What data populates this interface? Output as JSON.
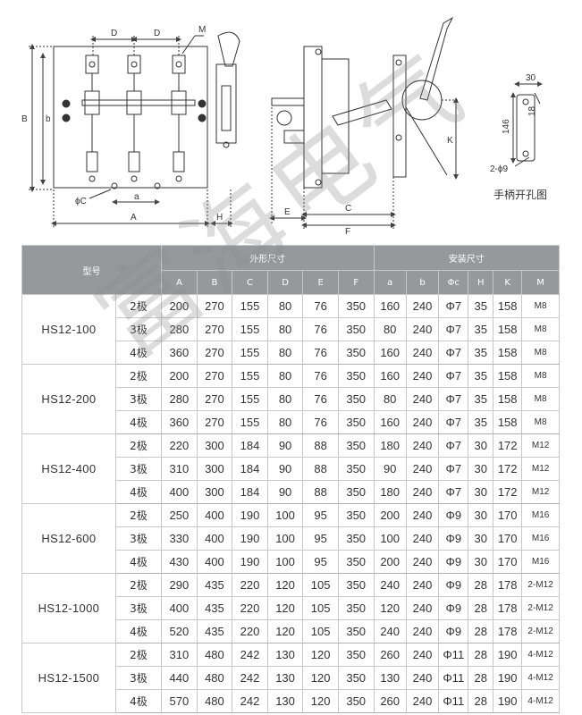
{
  "drawing": {
    "dim_labels": {
      "D1": "D",
      "D2": "D",
      "M": "M",
      "B": "B",
      "b": "b",
      "phiC": "ϕC",
      "a": "a",
      "A": "A",
      "H": "H",
      "E": "E",
      "C": "C",
      "F": "F",
      "K": "K"
    },
    "handle_hole": {
      "caption": "手柄开孔图",
      "width_dim": "30",
      "height_dim": "146",
      "offset_dim": "18",
      "holes_label": "2-ϕ9"
    }
  },
  "table": {
    "head_model": "型号",
    "head_outline": "外形尺寸",
    "head_mounting": "安装尺寸",
    "columns": [
      "A",
      "B",
      "C",
      "D",
      "E",
      "F",
      "a",
      "b",
      "Φc",
      "H",
      "K",
      "M"
    ],
    "groups": [
      {
        "model": "HS12-100",
        "rows": [
          {
            "pole": "2极",
            "values": [
              "200",
              "270",
              "155",
              "80",
              "76",
              "350",
              "160",
              "240",
              "Φ7",
              "35",
              "158",
              "M8"
            ]
          },
          {
            "pole": "3极",
            "values": [
              "280",
              "270",
              "155",
              "80",
              "76",
              "350",
              "80",
              "240",
              "Φ7",
              "35",
              "158",
              "M8"
            ]
          },
          {
            "pole": "4极",
            "values": [
              "360",
              "270",
              "155",
              "80",
              "76",
              "350",
              "160",
              "240",
              "Φ7",
              "35",
              "158",
              "M8"
            ]
          }
        ]
      },
      {
        "model": "HS12-200",
        "rows": [
          {
            "pole": "2极",
            "values": [
              "200",
              "270",
              "155",
              "80",
              "76",
              "350",
              "160",
              "240",
              "Φ7",
              "35",
              "158",
              "M8"
            ]
          },
          {
            "pole": "3极",
            "values": [
              "280",
              "270",
              "155",
              "80",
              "76",
              "350",
              "80",
              "240",
              "Φ7",
              "35",
              "158",
              "M8"
            ]
          },
          {
            "pole": "4极",
            "values": [
              "360",
              "270",
              "155",
              "80",
              "76",
              "350",
              "160",
              "240",
              "Φ7",
              "35",
              "158",
              "M8"
            ]
          }
        ]
      },
      {
        "model": "HS12-400",
        "rows": [
          {
            "pole": "2极",
            "values": [
              "220",
              "300",
              "184",
              "90",
              "88",
              "350",
              "180",
              "240",
              "Φ7",
              "30",
              "172",
              "M12"
            ]
          },
          {
            "pole": "3极",
            "values": [
              "310",
              "300",
              "184",
              "90",
              "88",
              "350",
              "90",
              "240",
              "Φ7",
              "30",
              "172",
              "M12"
            ]
          },
          {
            "pole": "4极",
            "values": [
              "400",
              "300",
              "184",
              "90",
              "88",
              "350",
              "180",
              "240",
              "Φ7",
              "30",
              "172",
              "M12"
            ]
          }
        ]
      },
      {
        "model": "HS12-600",
        "rows": [
          {
            "pole": "2极",
            "values": [
              "250",
              "400",
              "190",
              "100",
              "95",
              "350",
              "200",
              "240",
              "Φ9",
              "30",
              "170",
              "M16"
            ]
          },
          {
            "pole": "3极",
            "values": [
              "330",
              "400",
              "190",
              "100",
              "95",
              "350",
              "100",
              "240",
              "Φ9",
              "30",
              "170",
              "M16"
            ]
          },
          {
            "pole": "4极",
            "values": [
              "430",
              "400",
              "190",
              "100",
              "95",
              "350",
              "200",
              "240",
              "Φ9",
              "30",
              "170",
              "M16"
            ]
          }
        ]
      },
      {
        "model": "HS12-1000",
        "rows": [
          {
            "pole": "2极",
            "values": [
              "290",
              "435",
              "220",
              "120",
              "105",
              "350",
              "240",
              "240",
              "Φ9",
              "28",
              "178",
              "2-M12"
            ]
          },
          {
            "pole": "3极",
            "values": [
              "400",
              "435",
              "220",
              "120",
              "105",
              "350",
              "120",
              "240",
              "Φ9",
              "28",
              "178",
              "2-M12"
            ]
          },
          {
            "pole": "4极",
            "values": [
              "520",
              "435",
              "220",
              "120",
              "105",
              "350",
              "240",
              "240",
              "Φ9",
              "28",
              "178",
              "2-M12"
            ]
          }
        ]
      },
      {
        "model": "HS12-1500",
        "rows": [
          {
            "pole": "2极",
            "values": [
              "310",
              "480",
              "242",
              "130",
              "120",
              "350",
              "260",
              "240",
              "Φ11",
              "28",
              "190",
              "4-M12"
            ]
          },
          {
            "pole": "3极",
            "values": [
              "440",
              "480",
              "242",
              "130",
              "120",
              "350",
              "130",
              "240",
              "Φ11",
              "28",
              "190",
              "4-M12"
            ]
          },
          {
            "pole": "4极",
            "values": [
              "570",
              "480",
              "242",
              "130",
              "120",
              "350",
              "260",
              "240",
              "Φ11",
              "28",
              "190",
              "4-M12"
            ]
          }
        ]
      }
    ]
  },
  "watermark_text": "富海电气"
}
